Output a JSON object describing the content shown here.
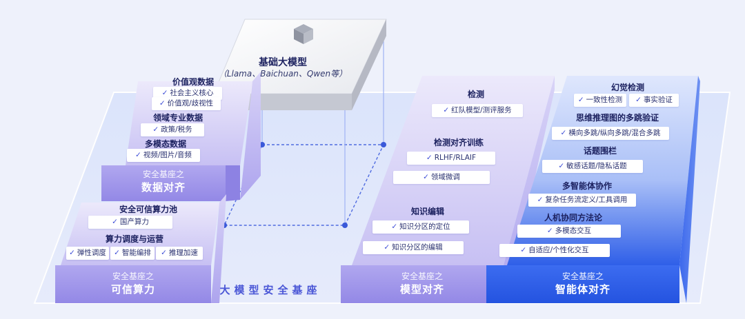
{
  "foundation_model": {
    "title": "基础大模型",
    "subtitle": "（Llama、Baichuan、Qwen等）",
    "icon": "cube-icon"
  },
  "platform_title": "大模型安全基座",
  "pillars": [
    {
      "id": "data",
      "footer_sub": "安全基座之",
      "footer_main": "数据对齐",
      "groups": [
        {
          "heading": "价值观数据",
          "items": [
            "社会主义核心",
            "价值观/歧视性"
          ]
        },
        {
          "heading": "领域专业数据",
          "items": [
            "政策/税务"
          ]
        },
        {
          "heading": "多模态数据",
          "items": [
            "视频/图片/音频"
          ]
        }
      ]
    },
    {
      "id": "compute",
      "footer_sub": "安全基座之",
      "footer_main": "可信算力",
      "groups": [
        {
          "heading": "安全可信算力池",
          "items": [
            "国产算力"
          ]
        },
        {
          "heading": "算力调度与运营",
          "items": [
            "弹性调度",
            "智能编排",
            "推理加速"
          ]
        }
      ]
    },
    {
      "id": "model",
      "footer_sub": "安全基座之",
      "footer_main": "模型对齐",
      "groups": [
        {
          "heading": "检测",
          "items": [
            "红队模型/测评服务"
          ]
        },
        {
          "heading": "检测对齐训练",
          "items": [
            "RLHF/RLAIF",
            "领域微调"
          ]
        },
        {
          "heading": "知识编辑",
          "items": [
            "知识分区的定位",
            "知识分区的编辑"
          ]
        }
      ]
    },
    {
      "id": "agent",
      "footer_sub": "安全基座之",
      "footer_main": "智能体对齐",
      "groups": [
        {
          "heading": "幻觉检测",
          "items": [
            "一致性检测",
            "事实验证"
          ]
        },
        {
          "heading": "思维推理图的多跳验证",
          "items": [
            "横向多跳/纵向多跳/混合多跳"
          ]
        },
        {
          "heading": "话题围栏",
          "items": [
            "敏感话题/隐私话题"
          ]
        },
        {
          "heading": "多智能体协作",
          "items": [
            "复杂任务流定义/工具调用"
          ]
        },
        {
          "heading": "人机协同方法论",
          "items": [
            "多模态交互",
            "自适应/个性化交互"
          ]
        }
      ]
    }
  ],
  "colors": {
    "background": "#eef1fb",
    "accent_blue": "#2f5fe8",
    "accent_purple": "#8e86e6",
    "text_dark": "#1d2260",
    "check": "#3b4bd6"
  }
}
